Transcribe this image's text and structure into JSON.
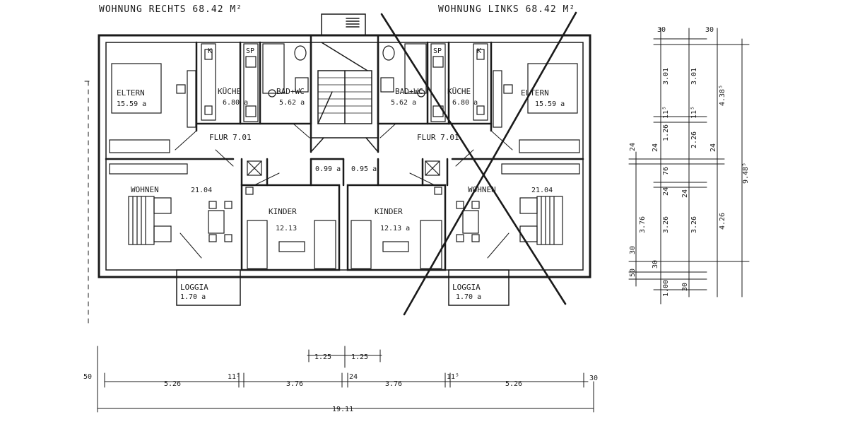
{
  "headers": {
    "left": "WOHNUNG RECHTS 68.42 M²",
    "right": "WOHNUNG LINKS 68.42 M²"
  },
  "left_unit": {
    "eltern": "ELTERN",
    "eltern_area": "15.59 a",
    "kueche": "KÜCHE",
    "kueche_area": "6.80 a",
    "bad": "BAD+WC",
    "bad_area": "5.62 a",
    "flur": "FLUR 7.01",
    "wohnen": "WOHNEN",
    "wohnen_area": "21.04",
    "kinder": "KINDER",
    "kinder_area": "12.13",
    "loggia": "LOGGIA",
    "loggia_area": "1.70 a",
    "k_mark": "K",
    "sp_mark": "SP"
  },
  "right_unit": {
    "eltern": "ELTERN",
    "eltern_area": "15.59 a",
    "kueche": "KÜCHE",
    "kueche_area": "6.80 a",
    "bad": "BAD+WC",
    "bad_area": "5.62 a",
    "flur": "FLUR 7.01",
    "wohnen": "WOHNEN",
    "wohnen_area": "21.04",
    "kinder": "KINDER",
    "kinder_area": "12.13 a",
    "loggia": "LOGGIA",
    "loggia_area": "1.70 a",
    "k_mark": "K",
    "sp_mark": "SP"
  },
  "center": {
    "closet_left": "0.99 a",
    "closet_right": "0.95 a"
  },
  "bottom_dims": {
    "row1_a": "1.25",
    "row1_b": "1.25",
    "start": "50",
    "seg1": "5.26",
    "seg2": "11⁵",
    "seg3": "3.76",
    "seg4": "24",
    "seg5": "3.76",
    "seg6": "11⁵",
    "seg7": "5.26",
    "end": "30",
    "total": "19.11"
  },
  "side_dims": {
    "top_a": "30",
    "top_b": "30",
    "c1": [
      "3.01",
      "11⁵",
      "1.26",
      "24",
      "76",
      "24",
      "3.26",
      "30",
      "1.00"
    ],
    "c1_extra": [
      "24",
      "3.76",
      "30",
      "50"
    ],
    "c2": [
      "3.01",
      "11⁵",
      "2.26",
      "24",
      "3.26",
      "30"
    ],
    "c3": [
      "4.38⁵",
      "24",
      "4.26"
    ],
    "total": "9.48⁵"
  },
  "colors": {
    "ink": "#1a1a1a",
    "paper": "#ffffff"
  }
}
